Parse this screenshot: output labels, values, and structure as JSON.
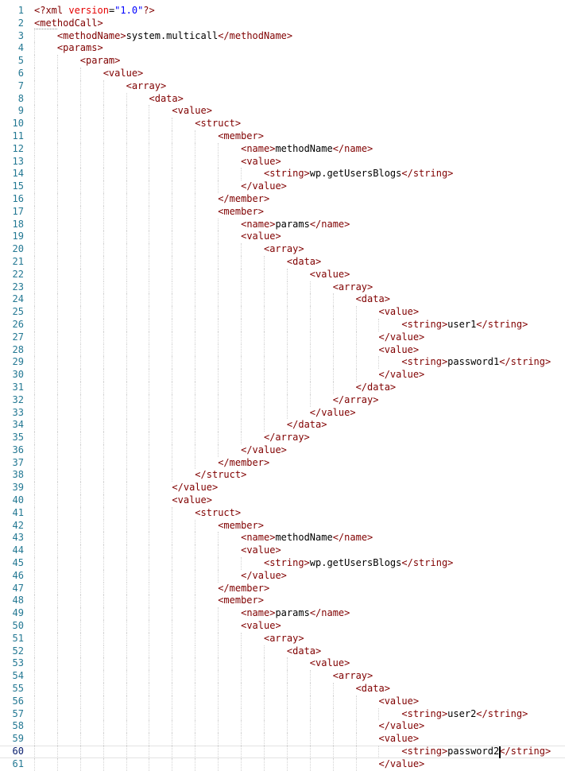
{
  "editor": {
    "language": "xml",
    "total_visible_lines": 61,
    "active_line": 60,
    "cursor": {
      "line": 60,
      "col": 81
    },
    "colors": {
      "background": "#ffffff",
      "tag": "#800000",
      "attribute": "#e50000",
      "string": "#0000ff",
      "text": "#000000",
      "line_number": "#237893",
      "active_line_number": "#0b216f",
      "indent_guide": "#d3d3d3",
      "current_line_border": "#e3e3e3",
      "cursor": "#000000",
      "hint_underline": "#909090"
    },
    "lines": [
      {
        "n": 1,
        "i": 0,
        "t": "<?xml version=\"1.0\"?>"
      },
      {
        "n": 2,
        "i": 0,
        "t": "<methodCall>",
        "hint": {
          "start": 0,
          "len": 4
        }
      },
      {
        "n": 3,
        "i": 1,
        "t": "<methodName>system.multicall</methodName>"
      },
      {
        "n": 4,
        "i": 1,
        "t": "<params>"
      },
      {
        "n": 5,
        "i": 2,
        "t": "<param>"
      },
      {
        "n": 6,
        "i": 3,
        "t": "<value>"
      },
      {
        "n": 7,
        "i": 4,
        "t": "<array>"
      },
      {
        "n": 8,
        "i": 5,
        "t": "<data>"
      },
      {
        "n": 9,
        "i": 6,
        "t": "<value>"
      },
      {
        "n": 10,
        "i": 7,
        "t": "<struct>"
      },
      {
        "n": 11,
        "i": 8,
        "t": "<member>"
      },
      {
        "n": 12,
        "i": 9,
        "t": "<name>methodName</name>"
      },
      {
        "n": 13,
        "i": 9,
        "t": "<value>"
      },
      {
        "n": 14,
        "i": 10,
        "t": "<string>wp.getUsersBlogs</string>"
      },
      {
        "n": 15,
        "i": 9,
        "t": "</value>"
      },
      {
        "n": 16,
        "i": 8,
        "t": "</member>"
      },
      {
        "n": 17,
        "i": 8,
        "t": "<member>"
      },
      {
        "n": 18,
        "i": 9,
        "t": "<name>params</name>"
      },
      {
        "n": 19,
        "i": 9,
        "t": "<value>"
      },
      {
        "n": 20,
        "i": 10,
        "t": "<array>"
      },
      {
        "n": 21,
        "i": 11,
        "t": "<data>"
      },
      {
        "n": 22,
        "i": 12,
        "t": "<value>"
      },
      {
        "n": 23,
        "i": 13,
        "t": "<array>"
      },
      {
        "n": 24,
        "i": 14,
        "t": "<data>"
      },
      {
        "n": 25,
        "i": 15,
        "t": "<value>"
      },
      {
        "n": 26,
        "i": 16,
        "t": "<string>user1</string>"
      },
      {
        "n": 27,
        "i": 15,
        "t": "</value>"
      },
      {
        "n": 28,
        "i": 15,
        "t": "<value>"
      },
      {
        "n": 29,
        "i": 16,
        "t": "<string>password1</string>"
      },
      {
        "n": 30,
        "i": 15,
        "t": "</value>"
      },
      {
        "n": 31,
        "i": 14,
        "t": "</data>"
      },
      {
        "n": 32,
        "i": 13,
        "t": "</array>"
      },
      {
        "n": 33,
        "i": 12,
        "t": "</value>"
      },
      {
        "n": 34,
        "i": 11,
        "t": "</data>"
      },
      {
        "n": 35,
        "i": 10,
        "t": "</array>"
      },
      {
        "n": 36,
        "i": 9,
        "t": "</value>"
      },
      {
        "n": 37,
        "i": 8,
        "t": "</member>"
      },
      {
        "n": 38,
        "i": 7,
        "t": "</struct>"
      },
      {
        "n": 39,
        "i": 6,
        "t": "</value>"
      },
      {
        "n": 40,
        "i": 6,
        "t": "<value>"
      },
      {
        "n": 41,
        "i": 7,
        "t": "<struct>"
      },
      {
        "n": 42,
        "i": 8,
        "t": "<member>"
      },
      {
        "n": 43,
        "i": 9,
        "t": "<name>methodName</name>"
      },
      {
        "n": 44,
        "i": 9,
        "t": "<value>"
      },
      {
        "n": 45,
        "i": 10,
        "t": "<string>wp.getUsersBlogs</string>"
      },
      {
        "n": 46,
        "i": 9,
        "t": "</value>"
      },
      {
        "n": 47,
        "i": 8,
        "t": "</member>"
      },
      {
        "n": 48,
        "i": 8,
        "t": "<member>"
      },
      {
        "n": 49,
        "i": 9,
        "t": "<name>params</name>"
      },
      {
        "n": 50,
        "i": 9,
        "t": "<value>"
      },
      {
        "n": 51,
        "i": 10,
        "t": "<array>"
      },
      {
        "n": 52,
        "i": 11,
        "t": "<data>"
      },
      {
        "n": 53,
        "i": 12,
        "t": "<value>"
      },
      {
        "n": 54,
        "i": 13,
        "t": "<array>"
      },
      {
        "n": 55,
        "i": 14,
        "t": "<data>"
      },
      {
        "n": 56,
        "i": 15,
        "t": "<value>"
      },
      {
        "n": 57,
        "i": 16,
        "t": "<string>user2</string>"
      },
      {
        "n": 58,
        "i": 15,
        "t": "</value>"
      },
      {
        "n": 59,
        "i": 15,
        "t": "<value>"
      },
      {
        "n": 60,
        "i": 16,
        "t": "<string>password2</string>"
      },
      {
        "n": 61,
        "i": 15,
        "t": "</value>"
      }
    ]
  }
}
